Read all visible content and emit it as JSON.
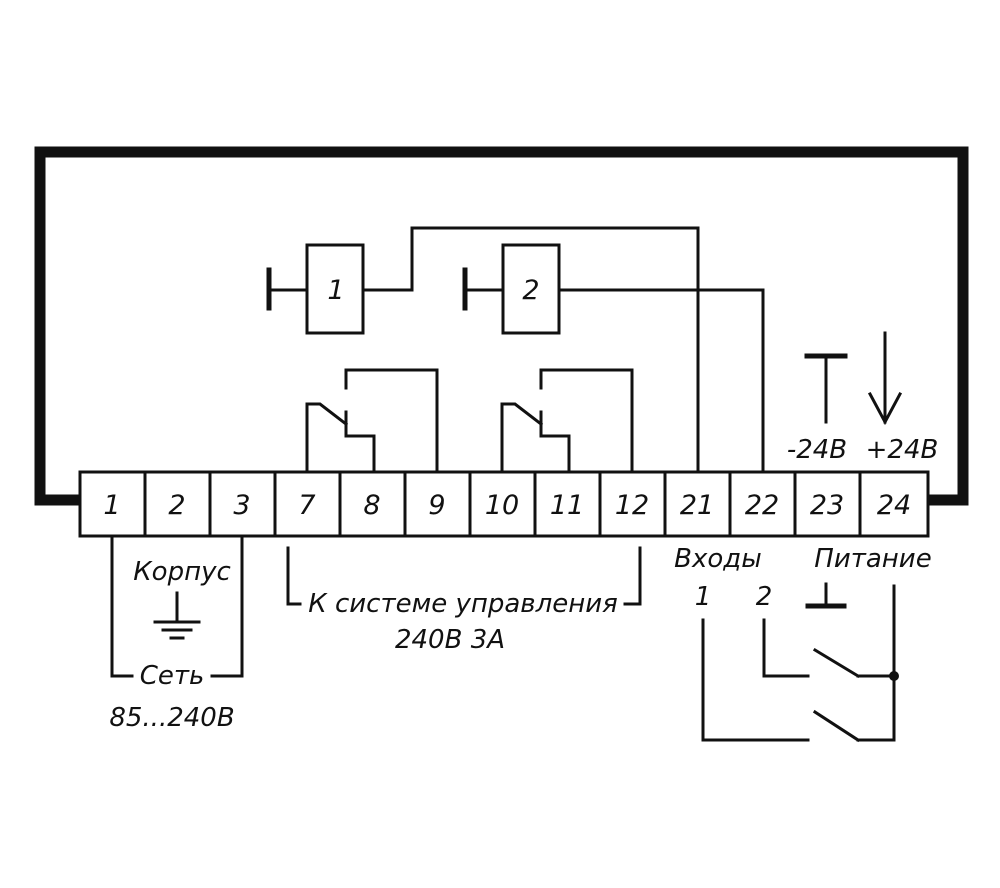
{
  "terminals": [
    "1",
    "2",
    "3",
    "7",
    "8",
    "9",
    "10",
    "11",
    "12",
    "21",
    "22",
    "23",
    "24"
  ],
  "relays": {
    "relay1": "1",
    "relay2": "2"
  },
  "labels": {
    "minus24": "-24В",
    "plus24": "+24В",
    "korpus": "Корпус",
    "set": "Сеть",
    "set_range": "85...240В",
    "control_line1": "К системе управления",
    "control_line2": "240В 3А",
    "inputs": "Входы",
    "input1": "1",
    "input2": "2",
    "power": "Питание"
  }
}
